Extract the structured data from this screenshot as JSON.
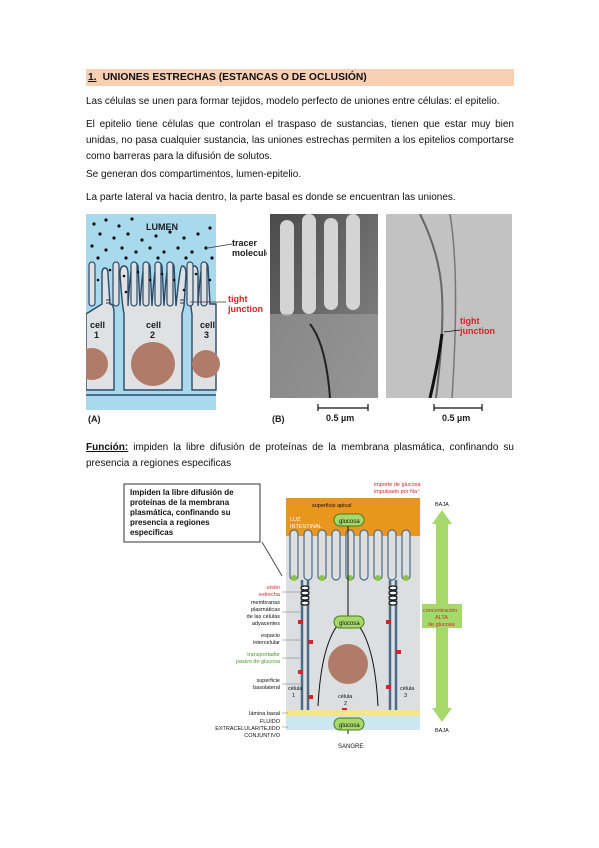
{
  "heading": {
    "number": "1.",
    "title": "UNIONES ESTRECHAS (ESTANCAS O DE OCLUSIÓN)"
  },
  "paragraphs": {
    "p1": "Las células se unen para formar tejidos, modelo perfecto de uniones entre células: el epitelio.",
    "p2": "El epitelio tiene células que controlan el traspaso de sustancias, tienen que estar muy bien unidas, no pasa cualquier sustancia, las uniones estrechas permiten a los epitelios comportarse como barreras para la difusión de solutos.",
    "p3": "Se generan dos compartimentos, lumen-epitelio.",
    "p4": "La parte lateral va hacia dentro, la parte basal es donde se encuentran las uniones."
  },
  "function_para": {
    "label": "Función:",
    "text": " impiden la libre difusión de proteínas de la membrana plasmática, confinando su presencia a regiones especificas"
  },
  "figure_a": {
    "lumen": "LUMEN",
    "tracer_line1": "tracer",
    "tracer_line2": "molecule",
    "tight_line1": "tight",
    "tight_line2": "junction",
    "cell1_line1": "cell",
    "cell1_line2": "1",
    "cell2_line1": "cell",
    "cell2_line2": "2",
    "cell3_line1": "cell",
    "cell3_line2": "3",
    "panel": "(A)"
  },
  "figure_b": {
    "panel": "(B)",
    "scale1": "0.5 µm",
    "scale2": "0.5 µm",
    "tight_line1": "tight",
    "tight_line2": "junction"
  },
  "figure_2": {
    "box_line1": "Impiden la libre difusión de",
    "box_line2": "proteínas de la membrana",
    "box_line3": "plasmática, confinando su",
    "box_line4": "presencia a regiones",
    "box_line5": "especificas",
    "importe_line1": "importe de glucosa",
    "importe_line2": "impulsado por Na⁺",
    "superficie_apical": "superficie apical",
    "luz_line1": "LUZ",
    "luz_line2": "INTESTINAL",
    "glucosa_top": "glucosa",
    "glucosa_mid": "glucosa",
    "glucosa_bottom": "glucosa",
    "baja_top": "BAJA",
    "baja_bottom": "BAJA",
    "conc_line1": "concentración",
    "conc_line2": "ALTA",
    "conc_line3": "de glucosa",
    "union_line1": "unión",
    "union_line2": "estrecha",
    "membranas_line1": "membranas",
    "membranas_line2": "plasmáticas",
    "membranas_line3": "de las células",
    "membranas_line4": "adyacentes",
    "espacio_line1": "espacio",
    "espacio_line2": "intercelular",
    "transportador_line1": "transportador",
    "transportador_line2": "pasivo de glucosa",
    "superficie_line1": "superficie",
    "superficie_line2": "basolateral",
    "celula1_line1": "célula",
    "celula1_line2": "1",
    "celula2_line1": "célula",
    "celula2_line2": "2",
    "celula3_line1": "célula",
    "celula3_line2": "3",
    "lamina": "lámina basal",
    "fluido_line1": "FLUIDO",
    "fluido_line2": "EXTRACELULAR/TEJIDO",
    "fluido_line3": "CONJUNTIVO",
    "sangre": "SANGRE"
  },
  "colors": {
    "heading_bg": "#f9cfb4",
    "lumen_blue": "#a9d9ec",
    "nucleus_brown": "#b07c69",
    "tight_red": "#d9232a",
    "gut_orange": "#e8961e",
    "transport_green": "#8cc63f"
  }
}
